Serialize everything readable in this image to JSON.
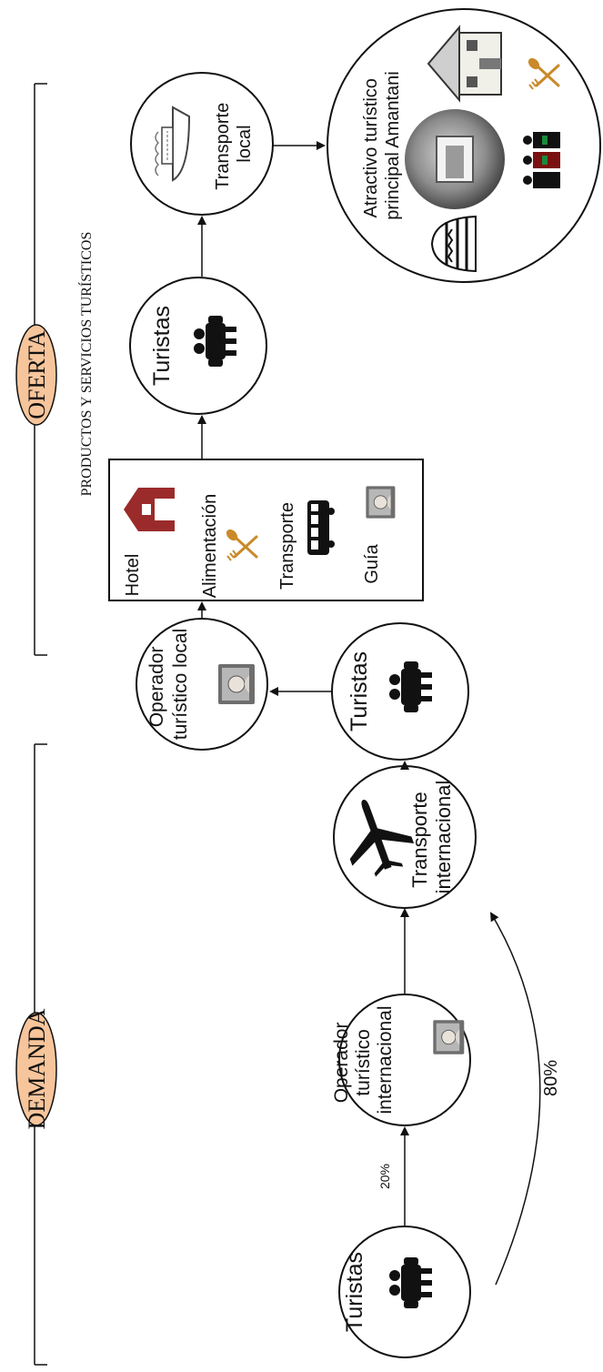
{
  "sections": {
    "demanda": "DEMANDA",
    "oferta": "OFERTA",
    "productos": "PRODUCTOS Y SERVICIOS TURÍSTICOS"
  },
  "nodes": {
    "turistas_start": "Turistas",
    "operador_int": [
      "Operador",
      "turístico",
      "internacional"
    ],
    "transporte_int": [
      "Transporte",
      "internacional"
    ],
    "turistas_arrival": "Turistas",
    "operador_local": [
      "Operador",
      "turístico local"
    ],
    "turistas_mid": "Turistas",
    "transporte_local": [
      "Transporte",
      "local"
    ],
    "atractivo": [
      "Atractivo turístico",
      "principal Amantani"
    ]
  },
  "services": {
    "hotel": "Hotel",
    "alimentacion": "Alimentación",
    "transporte": "Transporte",
    "guia": "Guía"
  },
  "edges": {
    "pct_20": "20%",
    "pct_80": "80%"
  },
  "colors": {
    "oval_fill": "#f7c59b",
    "hotel_red": "#9b2b2b",
    "spoon_gold": "#c98a2a",
    "line": "#111111"
  }
}
